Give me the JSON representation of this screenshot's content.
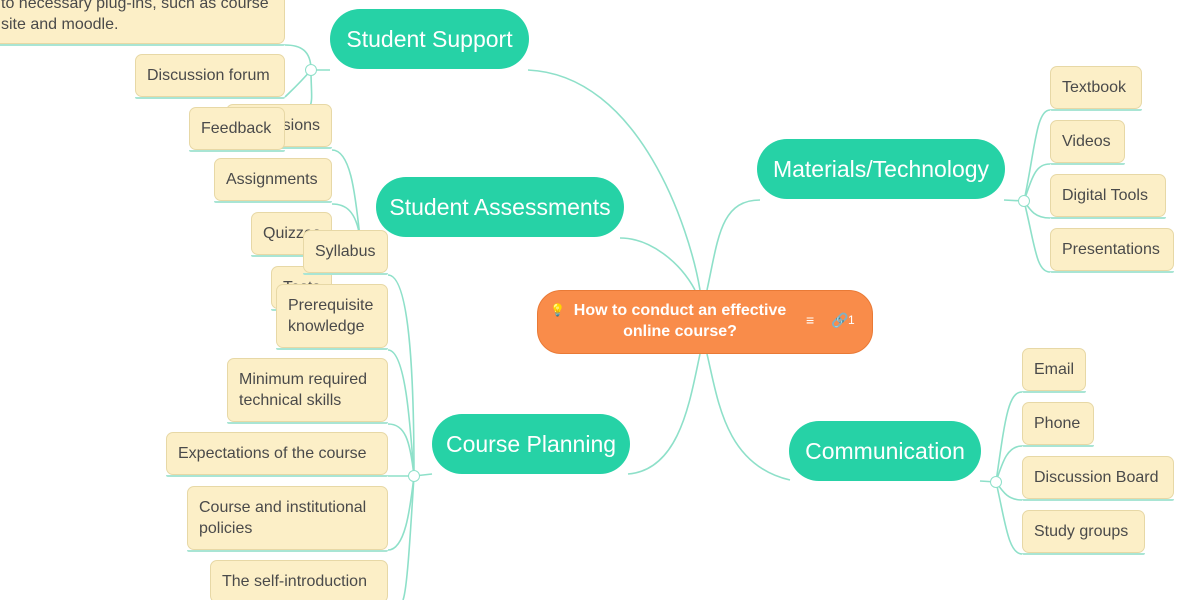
{
  "central_topic": {
    "title": "How to conduct an effective online course?",
    "icons": [
      "lightbulb-icon",
      "notes-icon",
      "link-icon"
    ],
    "link_count": "1"
  },
  "main_topics": {
    "student_support": {
      "label": "Student Support",
      "children": [
        "to necessary plug-ins, such as course",
        "site and moodle.",
        "Discussion forum"
      ]
    },
    "student_assessments": {
      "label": "Student Assessments",
      "children": [
        "Discussions",
        "Feedback",
        "Assignments",
        "Quizzes",
        "Tests"
      ]
    },
    "course_planning": {
      "label": "Course Planning",
      "children": [
        "Syllabus",
        "Prerequisite knowledge",
        "Minimum required technical skills",
        "Expectations of the course",
        "Course and institutional policies",
        "The self-introduction"
      ]
    },
    "materials_technology": {
      "label": "Materials/Technology",
      "children": [
        "Textbook",
        "Videos",
        "Digital Tools",
        "Presentations"
      ]
    },
    "communication": {
      "label": "Communication",
      "children": [
        "Email",
        "Phone",
        "Discussion Board",
        "Study groups"
      ]
    }
  },
  "colors": {
    "main_topic": "#26d2a6",
    "central_topic": "#f98c4a",
    "leaf_fill": "#fcefc7",
    "connector": "#8ee0c9"
  }
}
